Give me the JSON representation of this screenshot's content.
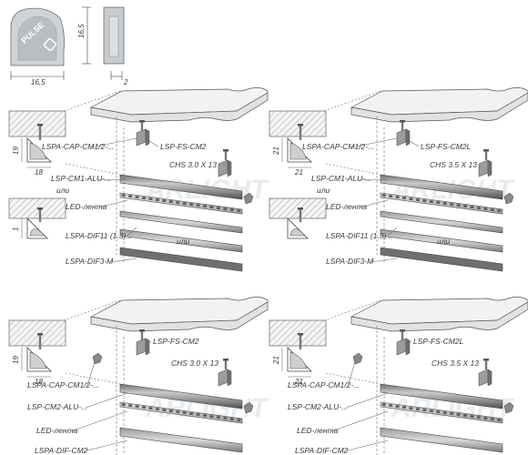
{
  "top_drawing": {
    "logo_text": "PULSE",
    "dim_height": "16,5",
    "dim_width": "16,5",
    "dim_clip": "2"
  },
  "panels": [
    {
      "profile_w": "18",
      "profile_h": "19",
      "label_cap": "LSPA-CAP-CM1/2-...",
      "label_clip": "LSP-FS-CM2",
      "label_screw": "CHS 3.0 X 13",
      "label_profile": "LSP-CM1-ALU-...",
      "label_or1": "или",
      "label_led": "LED-лента",
      "label_diff1": "LSPA-DIF11 (1.3)...",
      "label_or2": "или",
      "label_diff2": "LSPA-DIF3-M",
      "dim_lower": "1"
    },
    {
      "profile_w": "21",
      "profile_h": "21",
      "label_cap": "LSPA-CAP-CM1/2-...",
      "label_clip": "LSP-FS-CM2L",
      "label_screw": "CHS 3.5 X 13",
      "label_profile": "LSP-CM1-ALU-...",
      "label_or1": "или",
      "label_led": "LED-лента",
      "label_diff1": "LSPA-DIF11 (1.3)...",
      "label_or2": "или",
      "label_diff2": "LSPA-DIF3-M"
    },
    {
      "profile_w": "18",
      "profile_h": "19",
      "label_clip": "LSP-FS-CM2",
      "label_screw": "CHS 3.0 X 13",
      "label_cap": "LSPA-CAP-CM1/2-...",
      "label_profile": "LSP-CM2-ALU-...",
      "label_led": "LED-лента",
      "label_diff": "LSPA-DIF-CM2"
    },
    {
      "profile_w": "21",
      "profile_h": "21",
      "label_clip": "LSP-FS-CM2L",
      "label_screw": "CHS 3.5 X 13",
      "label_cap": "LSPA-CAP-CM1/2-...",
      "label_profile": "LSP-CM2-ALU-...",
      "label_led": "LED-лента",
      "label_diff": "LSPA-DIF-CM2"
    }
  ],
  "watermark": "ARLIGHT"
}
